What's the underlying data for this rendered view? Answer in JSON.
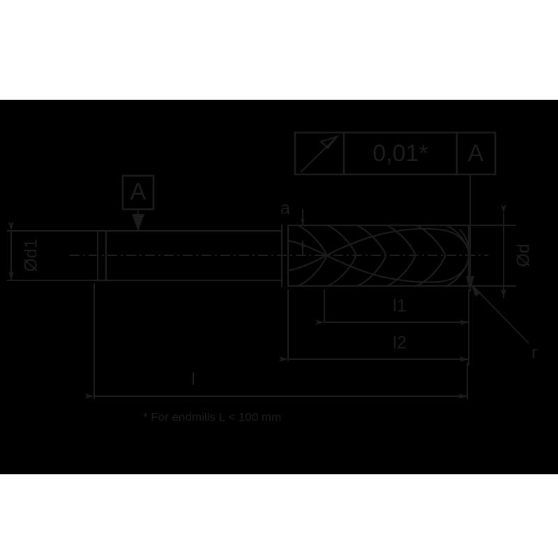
{
  "drawing": {
    "type": "engineering-drawing",
    "subject": "endmill-cutting-tool",
    "background_color": "#000000",
    "stroke_color": "#1c1c1c",
    "page_background": "#ffffff"
  },
  "feature_control_frame": {
    "symbol_name": "runout-symbol",
    "tolerance_value": "0,01*",
    "datum_reference": "A"
  },
  "datum_left": {
    "label": "A"
  },
  "dimensions": {
    "shank_diameter": "Ød1",
    "cutting_diameter": "Ød",
    "neck_relief": "a",
    "flute_length": "l1",
    "body_length": "l2",
    "overall_length": "l",
    "corner_radius": "r"
  },
  "footnote": {
    "text": "* For endmills L < 100 mm"
  }
}
